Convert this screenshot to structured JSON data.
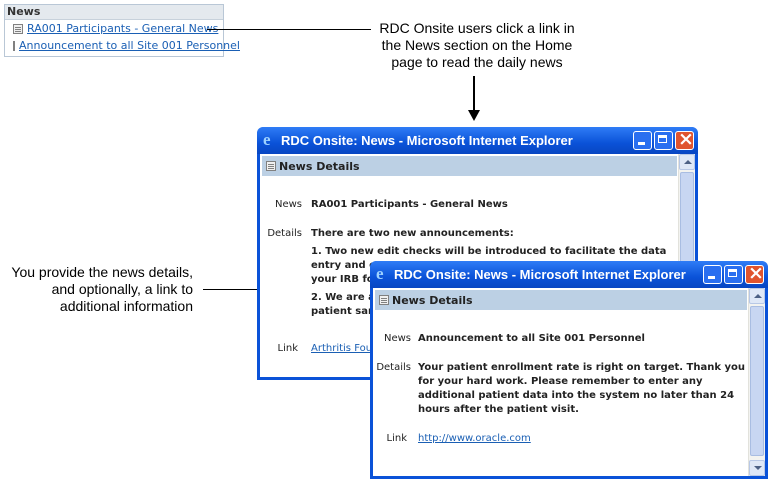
{
  "news_panel": {
    "title": "News",
    "items": [
      {
        "label": "RA001 Participants - General News"
      },
      {
        "label": "Announcement to all Site 001 Personnel"
      }
    ]
  },
  "callouts": {
    "top_lines": [
      "RDC Onsite users click a link in",
      "the News section on the Home",
      "page to read the daily news"
    ],
    "left_lines": [
      "You provide the news details,",
      "and optionally, a link to",
      "additional information"
    ]
  },
  "window_back": {
    "title": "RDC Onsite: News - Microsoft Internet Explorer",
    "section_title": "News Details",
    "news_label": "News",
    "news_value": "RA001 Participants - General News",
    "details_label": "Details",
    "details_lines": [
      "There are two new announcements:",
      "1. Two new edit checks will be introduced to facilitate the data",
      "entry and c",
      "your IRB fo",
      "2. We are a",
      "patient san"
    ],
    "link_label": "Link",
    "link_value": "Arthritis Fou"
  },
  "window_front": {
    "title": "RDC Onsite: News - Microsoft Internet Explorer",
    "section_title": "News Details",
    "news_label": "News",
    "news_value": "Announcement to all Site 001 Personnel",
    "details_label": "Details",
    "details_lines": [
      "Your patient enrollment rate is right on target. Thank you",
      "for your hard work. Please remember to enter any",
      "additional patient data into the system no later than 24",
      "hours after the patient visit."
    ],
    "link_label": "Link",
    "link_value": "http://www.oracle.com"
  }
}
